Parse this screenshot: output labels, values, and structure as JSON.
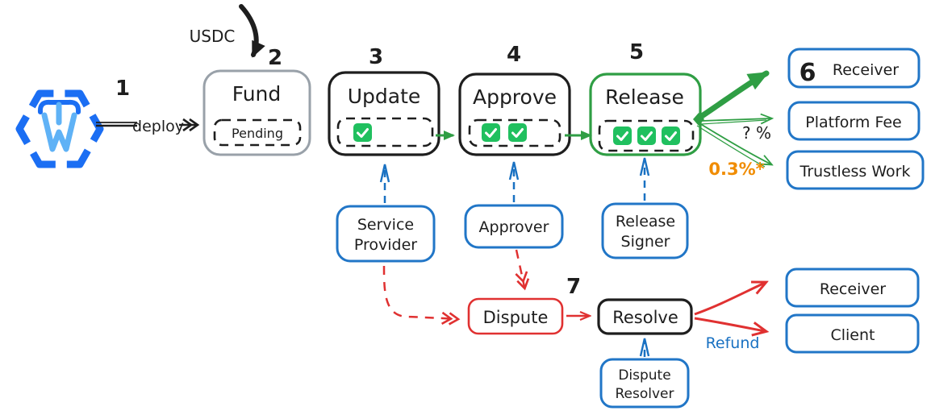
{
  "palette": {
    "logo_blue": "#1b6ef3",
    "logo_light_blue": "#5fb2f6",
    "box_blue": "#2176c7",
    "arrow_blue": "#1971c2",
    "green": "#2f9e44",
    "check_green": "#20c05f",
    "red": "#e03131",
    "orange": "#f08c00",
    "gray": "#99a1a9",
    "ink": "#1e1e1e"
  },
  "flow": {
    "deploy": {
      "step": "1",
      "label": "deploy"
    },
    "fund": {
      "step": "2",
      "title": "Fund",
      "status": "Pending",
      "funding_label": "USDC"
    },
    "update": {
      "step": "3",
      "title": "Update",
      "checks": 1
    },
    "approve": {
      "step": "4",
      "title": "Approve",
      "checks": 2
    },
    "release": {
      "step": "5",
      "title": "Release",
      "checks": 3
    },
    "receiver": {
      "step": "6",
      "title": "Receiver"
    },
    "dispute": {
      "step": "7",
      "title": "Dispute"
    },
    "resolve": {
      "title": "Resolve"
    }
  },
  "payouts": {
    "platform_fee": {
      "title": "Platform Fee",
      "rate": "? %"
    },
    "trustless_work": {
      "title": "Trustless Work",
      "rate": "0.3%*"
    }
  },
  "roles": {
    "service_provider": {
      "line1": "Service",
      "line2": "Provider"
    },
    "approver": {
      "title": "Approver"
    },
    "release_signer": {
      "line1": "Release",
      "line2": "Signer"
    },
    "dispute_resolver": {
      "line1": "Dispute",
      "line2": "Resolver"
    }
  },
  "resolution": {
    "receiver": "Receiver",
    "client": "Client",
    "refund": "Refund"
  }
}
